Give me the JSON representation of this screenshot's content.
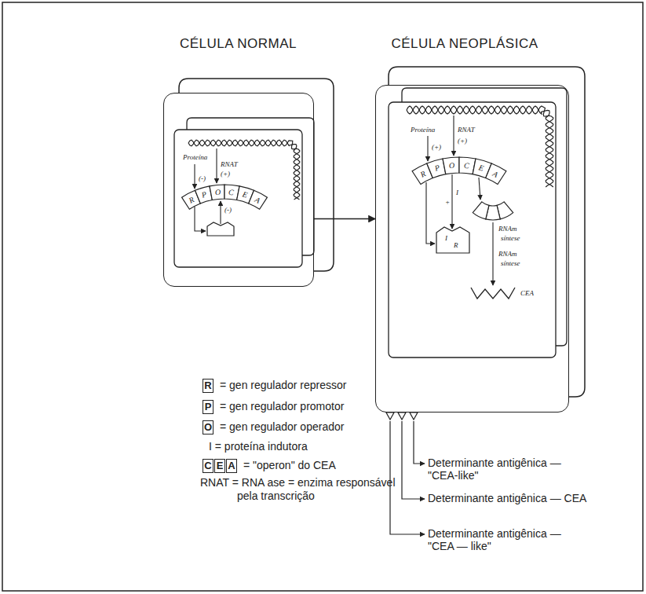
{
  "diagram": {
    "nodes": [
      {
        "text": [
          "CÉLULA NORMAL"
        ]
      },
      {
        "text": [
          "CÉLULA NEOPLÁSICA"
        ]
      }
    ],
    "edges": [
      {
        "from": 0,
        "to": 1,
        "arrow": "to"
      }
    ],
    "labels": [
      "Proteína",
      "(-)",
      "RNAT",
      "(+)",
      "R",
      "P",
      "O",
      "C",
      "E",
      "A",
      "(-)",
      "Proteína",
      "(+)",
      "RNAT",
      "(+)",
      "R",
      "P",
      "O",
      "C",
      "E",
      "A",
      "I",
      "+",
      "I",
      "R",
      "RNAm",
      "síntese",
      "RNAm",
      "síntese",
      "CEA",
      "R",
      "P",
      "O",
      "C",
      "E",
      "A",
      "Determinante antigênica — \"CEA-like\"",
      "Determinante antigênica — CEA",
      "Determinante antigênica — \"CEA — like\""
    ],
    "legend": [
      {
        "text": "= gen regulador repressor"
      },
      {
        "text": "= gen regulador promotor"
      },
      {
        "text": "= gen regulador operador"
      },
      {
        "text": "I = proteína indutora"
      },
      {
        "text": "= \"operon\" do CEA"
      },
      {
        "text": "RNAT = RNA ase = enzima responsável pela transcrição"
      }
    ]
  }
}
